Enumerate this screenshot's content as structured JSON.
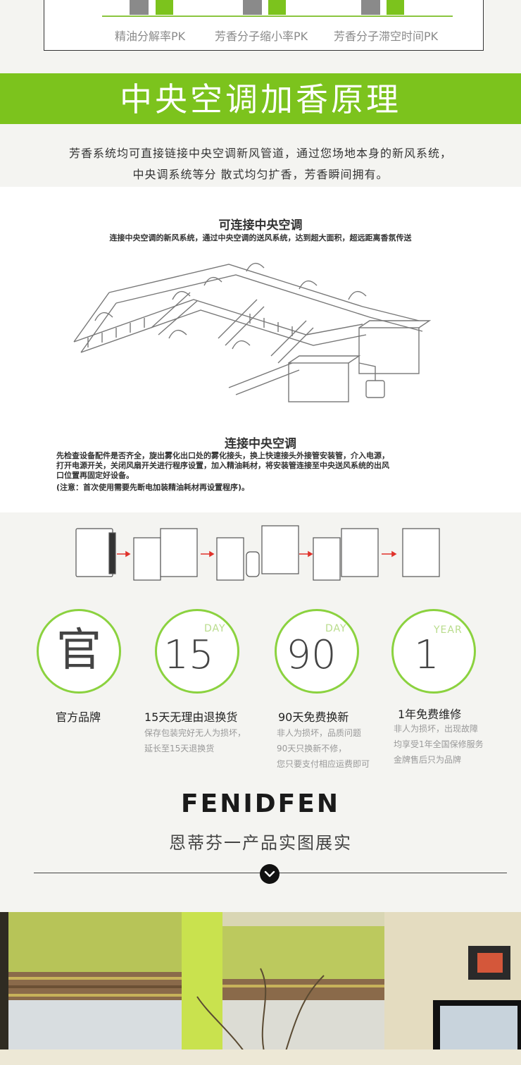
{
  "pk_section": {
    "labels": [
      "精油分解率PK",
      "芳香分子缩小率PK",
      "芳香分子滞空时间PK"
    ],
    "colors": {
      "gray": "#8a8a8a",
      "green": "#7cc31d"
    }
  },
  "principle": {
    "title": "中央空调加香原理",
    "intro_line1": "芳香系统均可直接链接中央空调新风管道，通过您场地本身的新风系统，",
    "intro_line2": "中央调系统等分 散式均匀扩香，芳香瞬间拥有。"
  },
  "diagram": {
    "title": "可连接中央空调",
    "subtitle": "连接中央空调的新风系统，通过中央空调的送风系统，达到超大面积，超远距离香氛传送",
    "connect_title": "连接中央空调",
    "connect_line1": "先检查设备配件是否齐全，旋出雾化出口处的雾化接头，换上快速接头外接管安装管，介入电源，",
    "connect_line2": "打开电源开关，关闭风扇开关进行程序设置，加入精油耗材，将安装管连接至中央送风系统的出风",
    "connect_line3": "口位置再固定好设备。",
    "connect_note": "(注意：首次使用需要先断电加装精油耗材再设置程序)。"
  },
  "badges": [
    {
      "number": "官",
      "unit": "",
      "title": "官方品牌",
      "desc": []
    },
    {
      "number": "15",
      "unit": "DAY",
      "title": "15天无理由退换货",
      "desc": [
        "保存包装完好无人为损坏，",
        "延长至15天退换货"
      ]
    },
    {
      "number": "90",
      "unit": "DAY",
      "title": "90天免费换新",
      "desc": [
        "非人为损坏，品质问题",
        "90天只换新不修，",
        "您只要支付相应运费即可"
      ]
    },
    {
      "number": "1",
      "unit": "YEAR",
      "title": "1年免费维修",
      "desc": [
        "非人为损坏，出现故障",
        "均享受1年全国保修服务",
        "金牌售后只为品牌"
      ]
    }
  ],
  "brand": {
    "name": "FENIDFEN",
    "subtitle": "恩蒂芬一产品实图展实"
  },
  "colors": {
    "accent": "#7cc31d",
    "circle_border": "#8bd23f"
  }
}
